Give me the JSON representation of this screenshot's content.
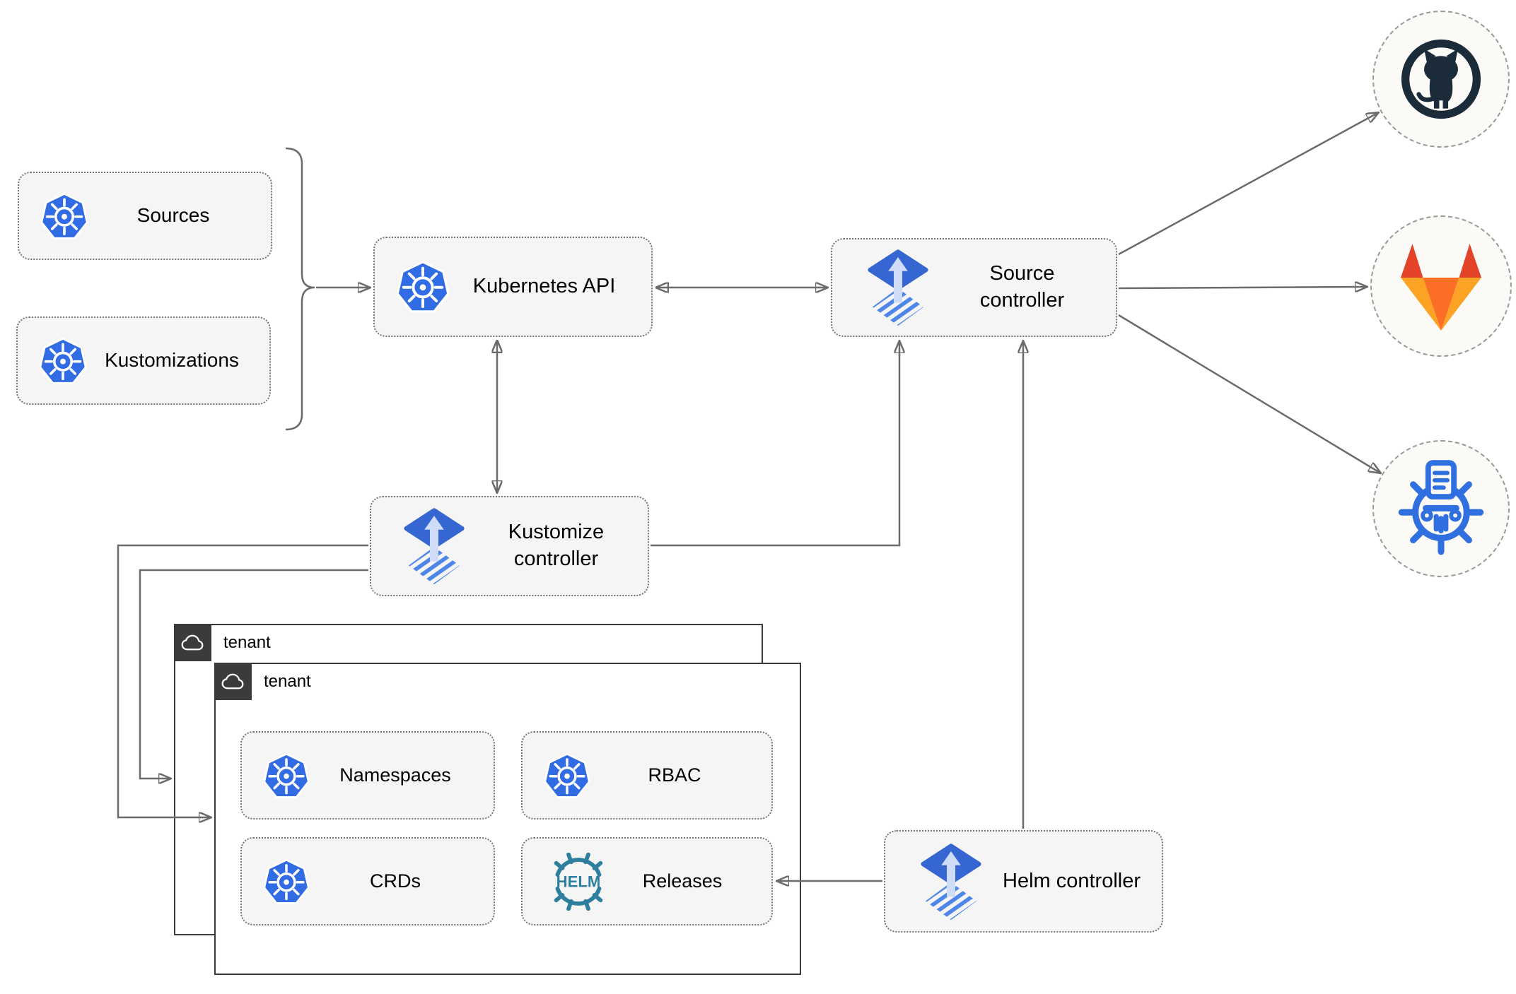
{
  "diagram": {
    "nodes": {
      "sources": {
        "label": "Sources"
      },
      "kustomizations": {
        "label": "Kustomizations"
      },
      "kubernetes_api": {
        "label": "Kubernetes API"
      },
      "source_controller": {
        "label": "Source controller"
      },
      "kustomize_controller": {
        "label": "Kustomize controller"
      },
      "helm_controller": {
        "label": "Helm controller"
      },
      "namespaces": {
        "label": "Namespaces"
      },
      "rbac": {
        "label": "RBAC"
      },
      "crds": {
        "label": "CRDs"
      },
      "releases": {
        "label": "Releases"
      }
    },
    "tenants": {
      "outer": {
        "label": "tenant"
      },
      "inner": {
        "label": "tenant"
      }
    },
    "helm_logo_text": "HELM",
    "icons": [
      "kubernetes-icon",
      "flux-icon",
      "helm-icon",
      "cloud-icon",
      "github-icon",
      "gitlab-icon",
      "chart-repository-icon"
    ],
    "connections": [
      {
        "from": "sources-kustomizations-brace",
        "to": "kubernetes_api",
        "arrow": "end"
      },
      {
        "from": "kubernetes_api",
        "to": "source_controller",
        "arrow": "both"
      },
      {
        "from": "kubernetes_api",
        "to": "kustomize_controller",
        "arrow": "both"
      },
      {
        "from": "kustomize_controller",
        "to": "source_controller",
        "arrow": "end"
      },
      {
        "from": "helm_controller",
        "to": "source_controller",
        "arrow": "end"
      },
      {
        "from": "helm_controller",
        "to": "releases",
        "arrow": "end"
      },
      {
        "from": "kustomize_controller",
        "to": "tenant_inner",
        "arrow": "end"
      },
      {
        "from": "kustomize_controller",
        "to": "tenant_outer",
        "arrow": "end"
      },
      {
        "from": "source_controller",
        "to": "github",
        "arrow": "end"
      },
      {
        "from": "source_controller",
        "to": "gitlab",
        "arrow": "end"
      },
      {
        "from": "source_controller",
        "to": "chart_repository",
        "arrow": "end"
      }
    ],
    "colors": {
      "line_gray": "#6b6b6b",
      "box_fill": "#f5f5f5",
      "box_border": "#757575",
      "k8s_blue": "#326ce5",
      "flux_blue": "#3666d1",
      "flux_stripe": "#4d86e8",
      "flux_arrow": "#cfdcf7",
      "helm_teal": "#2d7e9f",
      "github_dark": "#1b2b3a",
      "gitlab_red": "#e24329",
      "gitlab_orange": "#fc6d26",
      "gitlab_yellow": "#fca326",
      "wheel_blue": "#2f6fe0",
      "tenant_border": "#3b3b3b",
      "circle_fill": "#fbfaf6"
    }
  }
}
